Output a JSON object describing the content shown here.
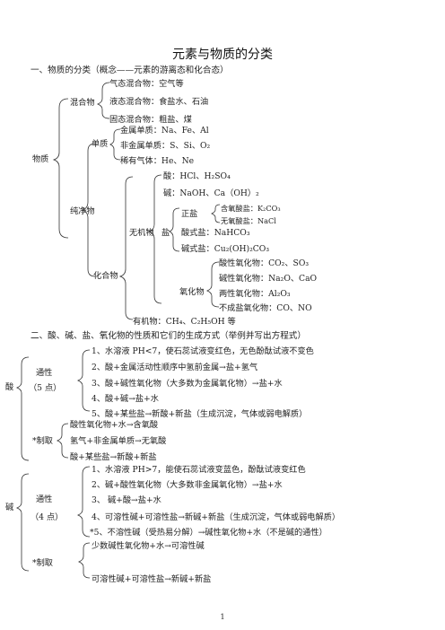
{
  "title": "元素与物质的分类",
  "section1": {
    "heading": "一、物质的分类（概念——元素的游离态和化合态）",
    "wuzhi": "物质",
    "hunhewu": "混合物",
    "mixtures": [
      "气态混合物：空气等",
      "液态混合物：食盐水、石油",
      "固态混合物：粗盐、煤"
    ],
    "chunjingwu": "纯净物",
    "danzhi": "单质",
    "elements": [
      "金属单质：Na、Fe、Al",
      "非金属单质：S、Si、O₂",
      "稀有气体：He、Ne"
    ],
    "huahewu": "化合物",
    "wujiwu": "无机物",
    "acid": "酸：HCl、H₂SO₄",
    "base": "碱：NaOH、Ca（OH）₂",
    "yan": "盐",
    "zhengyan": "正盐",
    "zhengyan_items": [
      "含氧酸盐：K₂CO₃",
      "无氧酸盐：NaCl"
    ],
    "suanshiyan": "酸式盐：NaHCO₃",
    "jianshiyan": "碱式盐：Cu₂(OH)₂CO₃",
    "yanghuawu": "氧化物",
    "oxides": [
      "酸性氧化物：CO₂、SO₃",
      "碱性氧化物：Na₂O、CaO",
      "两性氧化物：Al₂O₃",
      "不成盐氧化物：CO、NO"
    ],
    "youjiwu": "有机物：CH₄、C₂H₅OH 等"
  },
  "section2": {
    "heading": "二、酸、碱、盐、氧化物的性质和它们的生成方式（举例并写出方程式）",
    "suan": "酸",
    "tongxing": "通性",
    "acid_count": "（5 点）",
    "acid_props": [
      "1、水溶液 PH<7，使石蕊试液变红色，无色酚酞试液不变色",
      "2、酸+金属活动性顺序中氢前金属→盐+氢气",
      "3、酸+碱性氧化物（大多数为金属氧化物）→盐+水",
      "4、酸+碱→盐+水",
      "5、酸+某些盐→新酸+新盐（生成沉淀，气体或弱电解质）"
    ],
    "zhiqu": "*制取",
    "acid_prep": [
      "酸性氧化物+水→含氧酸",
      "氢气+非金属单质→无氧酸",
      "酸+某些盐→新酸+新盐"
    ],
    "jian": "碱",
    "base_tongxing": "通性",
    "base_count": "（4 点）",
    "base_props": [
      "1、水溶液 PH>7，能使石蕊试液变蓝色，酚酞试液变红色",
      "2、碱+酸性氧化物（大多数非金属氧化物）→盐+水",
      "3、  碱+酸→盐+水",
      "4、可溶性碱+可溶性盐→新碱+新盐（生成沉淀，气体或弱电解质）",
      "*5、不溶性碱（受热易分解）→碱性氧化物+水（不是碱的通性）"
    ],
    "base_zhiqu": "*制取",
    "base_prep": [
      "少数碱性氧化物+水→可溶性碱",
      "可溶性碱+可溶性盐→新碱+新盐"
    ]
  },
  "page_number": "1"
}
